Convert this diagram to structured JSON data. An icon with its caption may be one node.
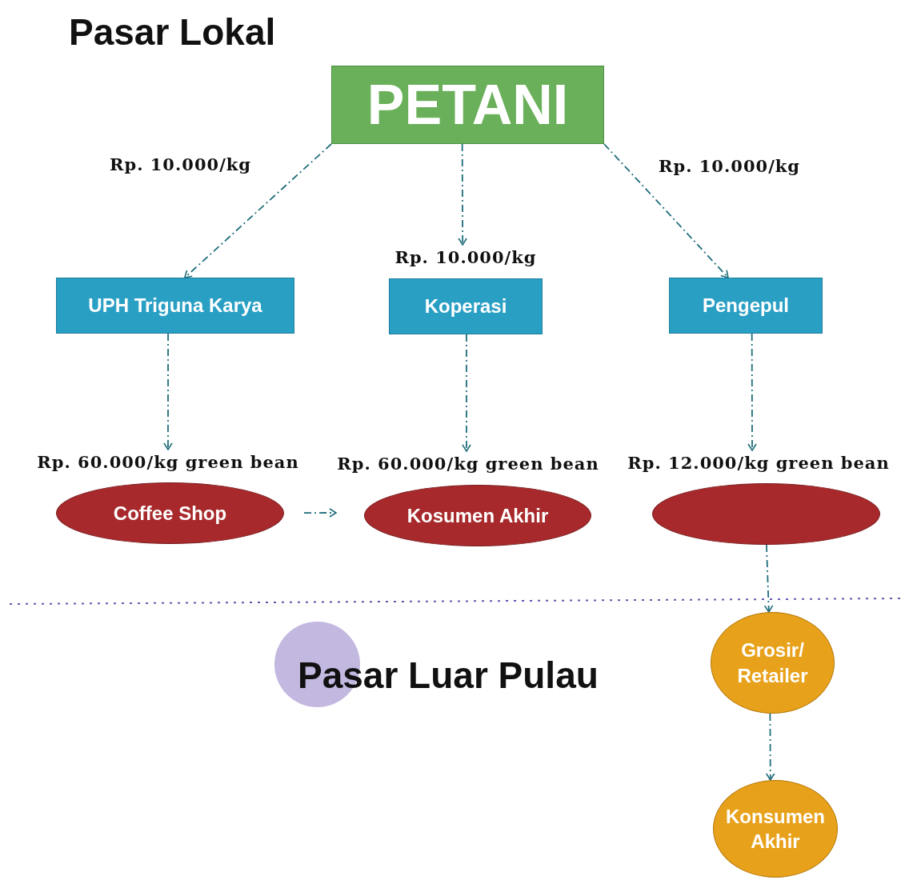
{
  "diagram": {
    "nodes": [
      {
        "text": [
          "PETANI"
        ]
      },
      {
        "text": [
          "UPH Triguna Karya"
        ]
      },
      {
        "text": [
          "Koperasi"
        ],
        "beside": [
          "Rp. 10.000/kg"
        ]
      },
      {
        "text": [
          "Pengepul"
        ]
      },
      {
        "text": [
          "Coffee Shop"
        ],
        "beside": [
          "Rp. 60.000/kg green bean"
        ]
      },
      {
        "text": [
          "Kosumen Akhir"
        ],
        "beside": [
          "Rp. 60.000/kg green bean"
        ]
      },
      {
        "text": [],
        "shape": "ellipse",
        "beside": [
          "Rp. 12.000/kg green bean"
        ]
      },
      {
        "text": [
          "Grosir/ Retailer"
        ]
      },
      {
        "text": [
          "Konsumen Akhir"
        ]
      },
      {
        "text": [],
        "shape": "circle"
      }
    ],
    "edges": [
      {
        "from": 0,
        "to": 1,
        "arrow": "to",
        "label": "Rp. 10.000/kg"
      },
      {
        "from": 0,
        "to": 2,
        "arrow": "to"
      },
      {
        "from": 0,
        "to": 3,
        "arrow": "to",
        "label": "Rp. 10.000/kg"
      },
      {
        "from": 1,
        "to": 4,
        "arrow": "to"
      },
      {
        "from": 2,
        "to": 5,
        "arrow": "to"
      },
      {
        "from": 3,
        "to": 6,
        "arrow": "to"
      },
      {
        "from": 4,
        "to": 5,
        "arrow": "to"
      },
      {
        "from": 6,
        "to": 7,
        "arrow": "to"
      },
      {
        "from": 7,
        "to": 8,
        "arrow": "to"
      }
    ],
    "labels": [
      "Pasar Lokal",
      "Pasar Luar Pulau"
    ]
  }
}
